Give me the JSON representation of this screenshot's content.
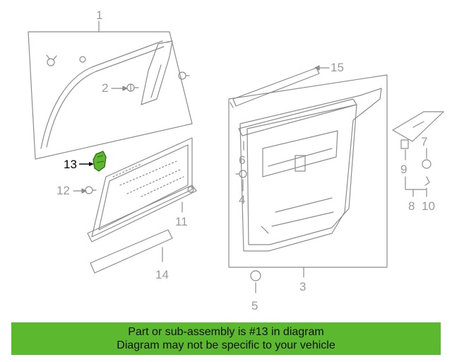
{
  "diagram": {
    "callouts": {
      "c1": "1",
      "c2": "2",
      "c3": "3",
      "c4": "4",
      "c5": "5",
      "c6": "6",
      "c7": "7",
      "c8": "8",
      "c9": "9",
      "c10": "10",
      "c11": "11",
      "c12": "12",
      "c13": "13",
      "c14": "14",
      "c15": "15"
    },
    "highlighted_part": "13",
    "colors": {
      "line": "#8c8c8c",
      "highlight": "#5cb82f",
      "banner": "#5cb82f"
    }
  },
  "banner": {
    "line1": "Part or sub-assembly is #13 in diagram",
    "line2": "Diagram may not be specific to your vehicle"
  }
}
